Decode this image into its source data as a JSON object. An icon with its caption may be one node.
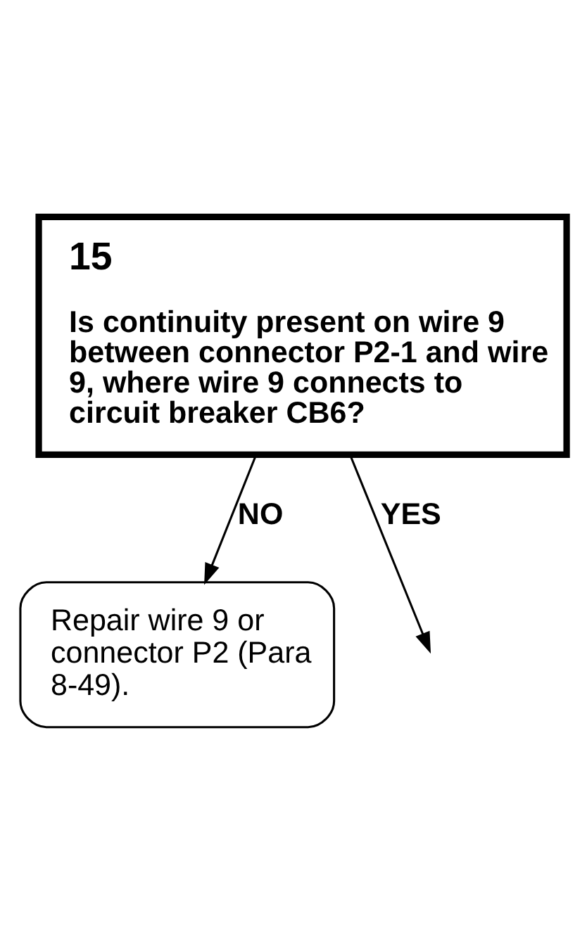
{
  "diagram": {
    "nodes": [
      {
        "text": [
          "15",
          "Is continuity present on wire 9 between connector P2-1 and wire 9, where wire 9 connects to circuit breaker CB6?"
        ]
      },
      {
        "text": [
          "Repair wire 9 or connector P2 (Para 8-49)."
        ]
      }
    ],
    "edges": [
      {
        "from": 0,
        "to": 1,
        "arrow": "to",
        "label": "NO"
      },
      {
        "from": 0,
        "to": null,
        "arrow": "to",
        "label": "YES"
      }
    ]
  }
}
